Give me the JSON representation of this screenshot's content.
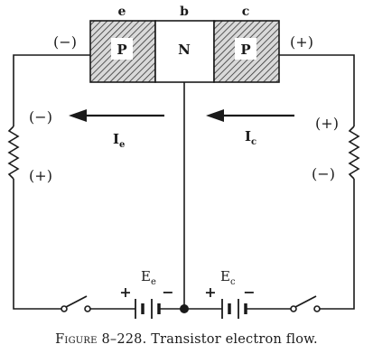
{
  "terminals": {
    "emitter": "e",
    "base": "b",
    "collector": "c"
  },
  "regions": {
    "left": "P",
    "middle": "N",
    "right": "P"
  },
  "polarity": {
    "emitter_region": "(−)",
    "collector_region": "(+)",
    "left_resistor_top": "(−)",
    "left_resistor_bottom": "(+)",
    "right_resistor_top": "(+)",
    "right_resistor_bottom": "(−)",
    "battery_e_plus": "+",
    "battery_e_minus": "−",
    "battery_c_plus": "+",
    "battery_c_minus": "−"
  },
  "currents": {
    "emitter": {
      "symbol": "I",
      "sub": "e"
    },
    "collector": {
      "symbol": "I",
      "sub": "c"
    }
  },
  "batteries": {
    "emitter": {
      "symbol": "E",
      "sub": "e"
    },
    "collector": {
      "symbol": "E",
      "sub": "c"
    }
  },
  "caption": {
    "label": "Figure",
    "number": "8–228.",
    "text": "Transistor electron flow."
  }
}
